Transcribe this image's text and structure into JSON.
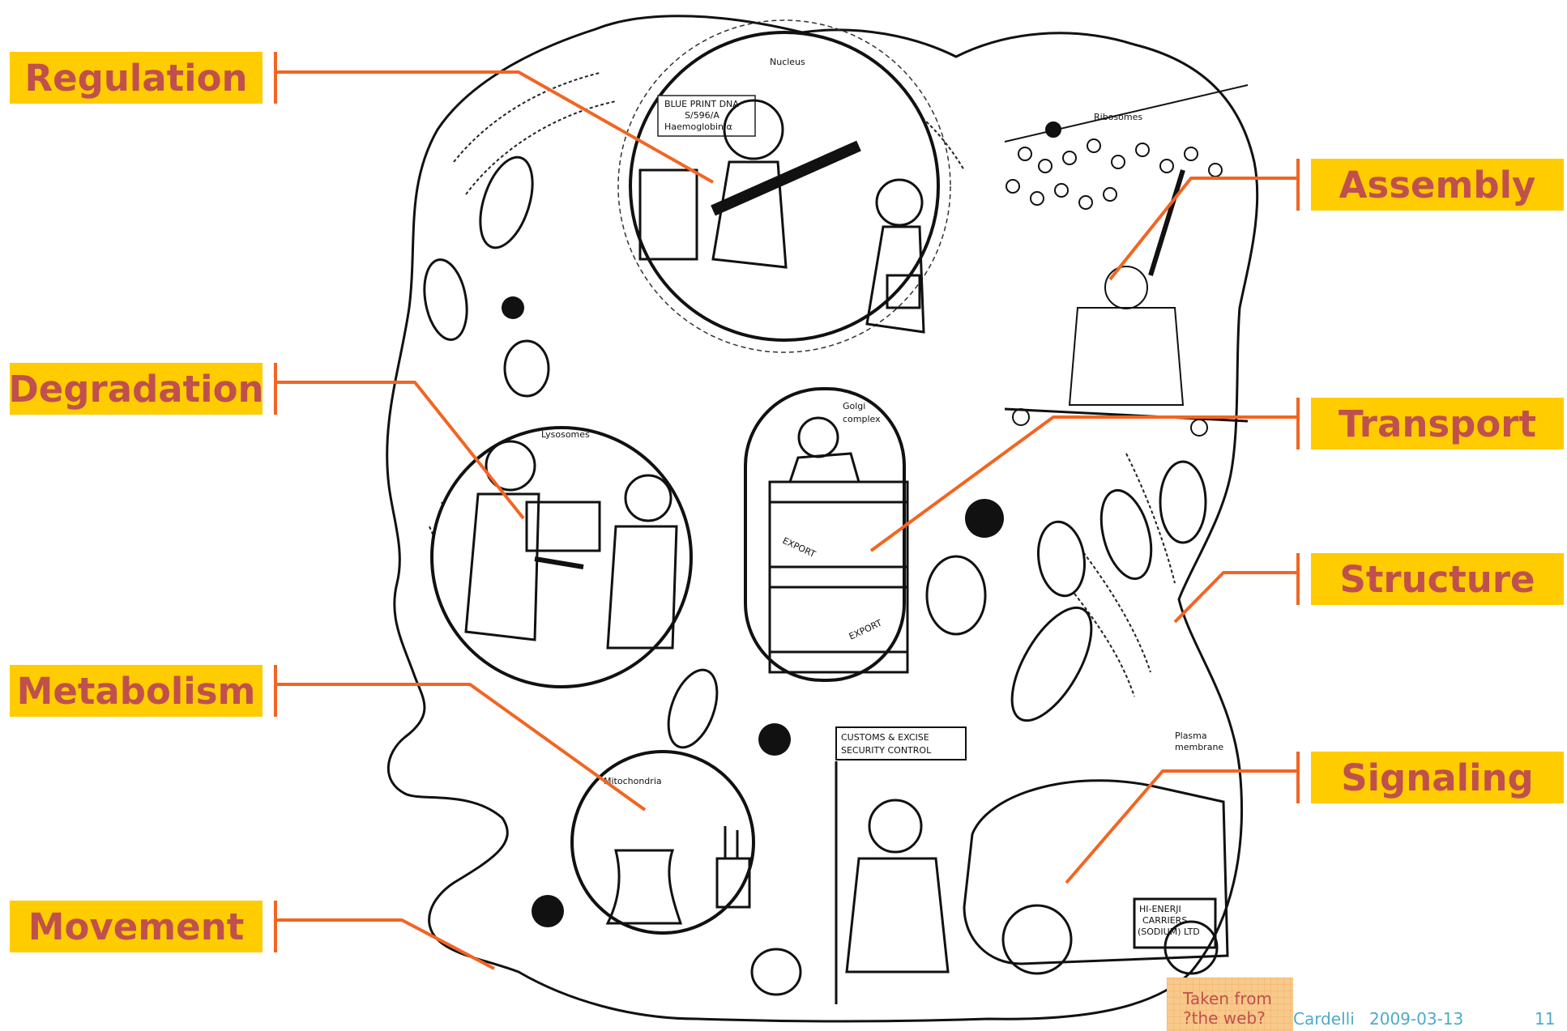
{
  "labels_left": [
    "Regulation",
    "Degradation",
    "Metabolism",
    "Movement"
  ],
  "labels_right": [
    "Assembly",
    "Transport",
    "Structure",
    "Signaling"
  ],
  "colors": {
    "label_fill": "#FFCC00",
    "label_text": "#C0504D",
    "connector": "#F26522",
    "footer_text": "#4BACC6"
  },
  "figure": {
    "nucleus": "Nucleus",
    "blueprint_line1": "BLUE PRINT DNA",
    "blueprint_line2": "S/596/A",
    "blueprint_line3": "Haemoglobin α",
    "ribosomes": "Ribosomes",
    "lysosomes": "Lysosomes",
    "golgi_line1": "Golgi",
    "golgi_line2": "complex",
    "export": "EXPORT",
    "customs_line1": "CUSTOMS & EXCISE",
    "customs_line2": "SECURITY CONTROL",
    "plasma_line1": "Plasma",
    "plasma_line2": "membrane",
    "mitochondria": "Mitochondria",
    "truck_line1": "HI-ENERJI",
    "truck_line2": "CARRIERS",
    "truck_line3": "(SODIUM) LTD"
  },
  "note": {
    "line1": "Taken from",
    "line2": "?the web?"
  },
  "footer": {
    "author": "Cardelli",
    "date": "2009-03-13",
    "page": "11"
  }
}
